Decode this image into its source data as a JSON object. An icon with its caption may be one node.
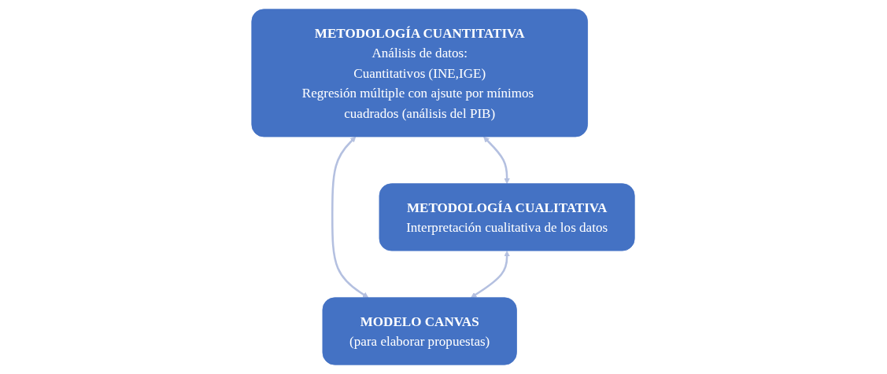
{
  "diagram": {
    "nodes": [
      {
        "text": [
          "METODOLOGÍA CUANTITATIVA",
          "Análisis de datos:",
          "Cuantitativos (INE,IGE)",
          "Regresión múltiple con ajsute por mínimos cuadrados (análisis del PIB)"
        ]
      },
      {
        "text": [
          "METODOLOGÍA CUALITATIVA",
          "Interpretación cualitativa de los datos"
        ]
      },
      {
        "text": [
          "MODELO CANVAS",
          "(para elaborar propuestas)"
        ]
      }
    ],
    "edges": [
      {
        "from": 0,
        "to": 1,
        "arrow": "both"
      },
      {
        "from": 0,
        "to": 2,
        "arrow": "both"
      },
      {
        "from": 1,
        "to": 2,
        "arrow": "both"
      }
    ]
  }
}
